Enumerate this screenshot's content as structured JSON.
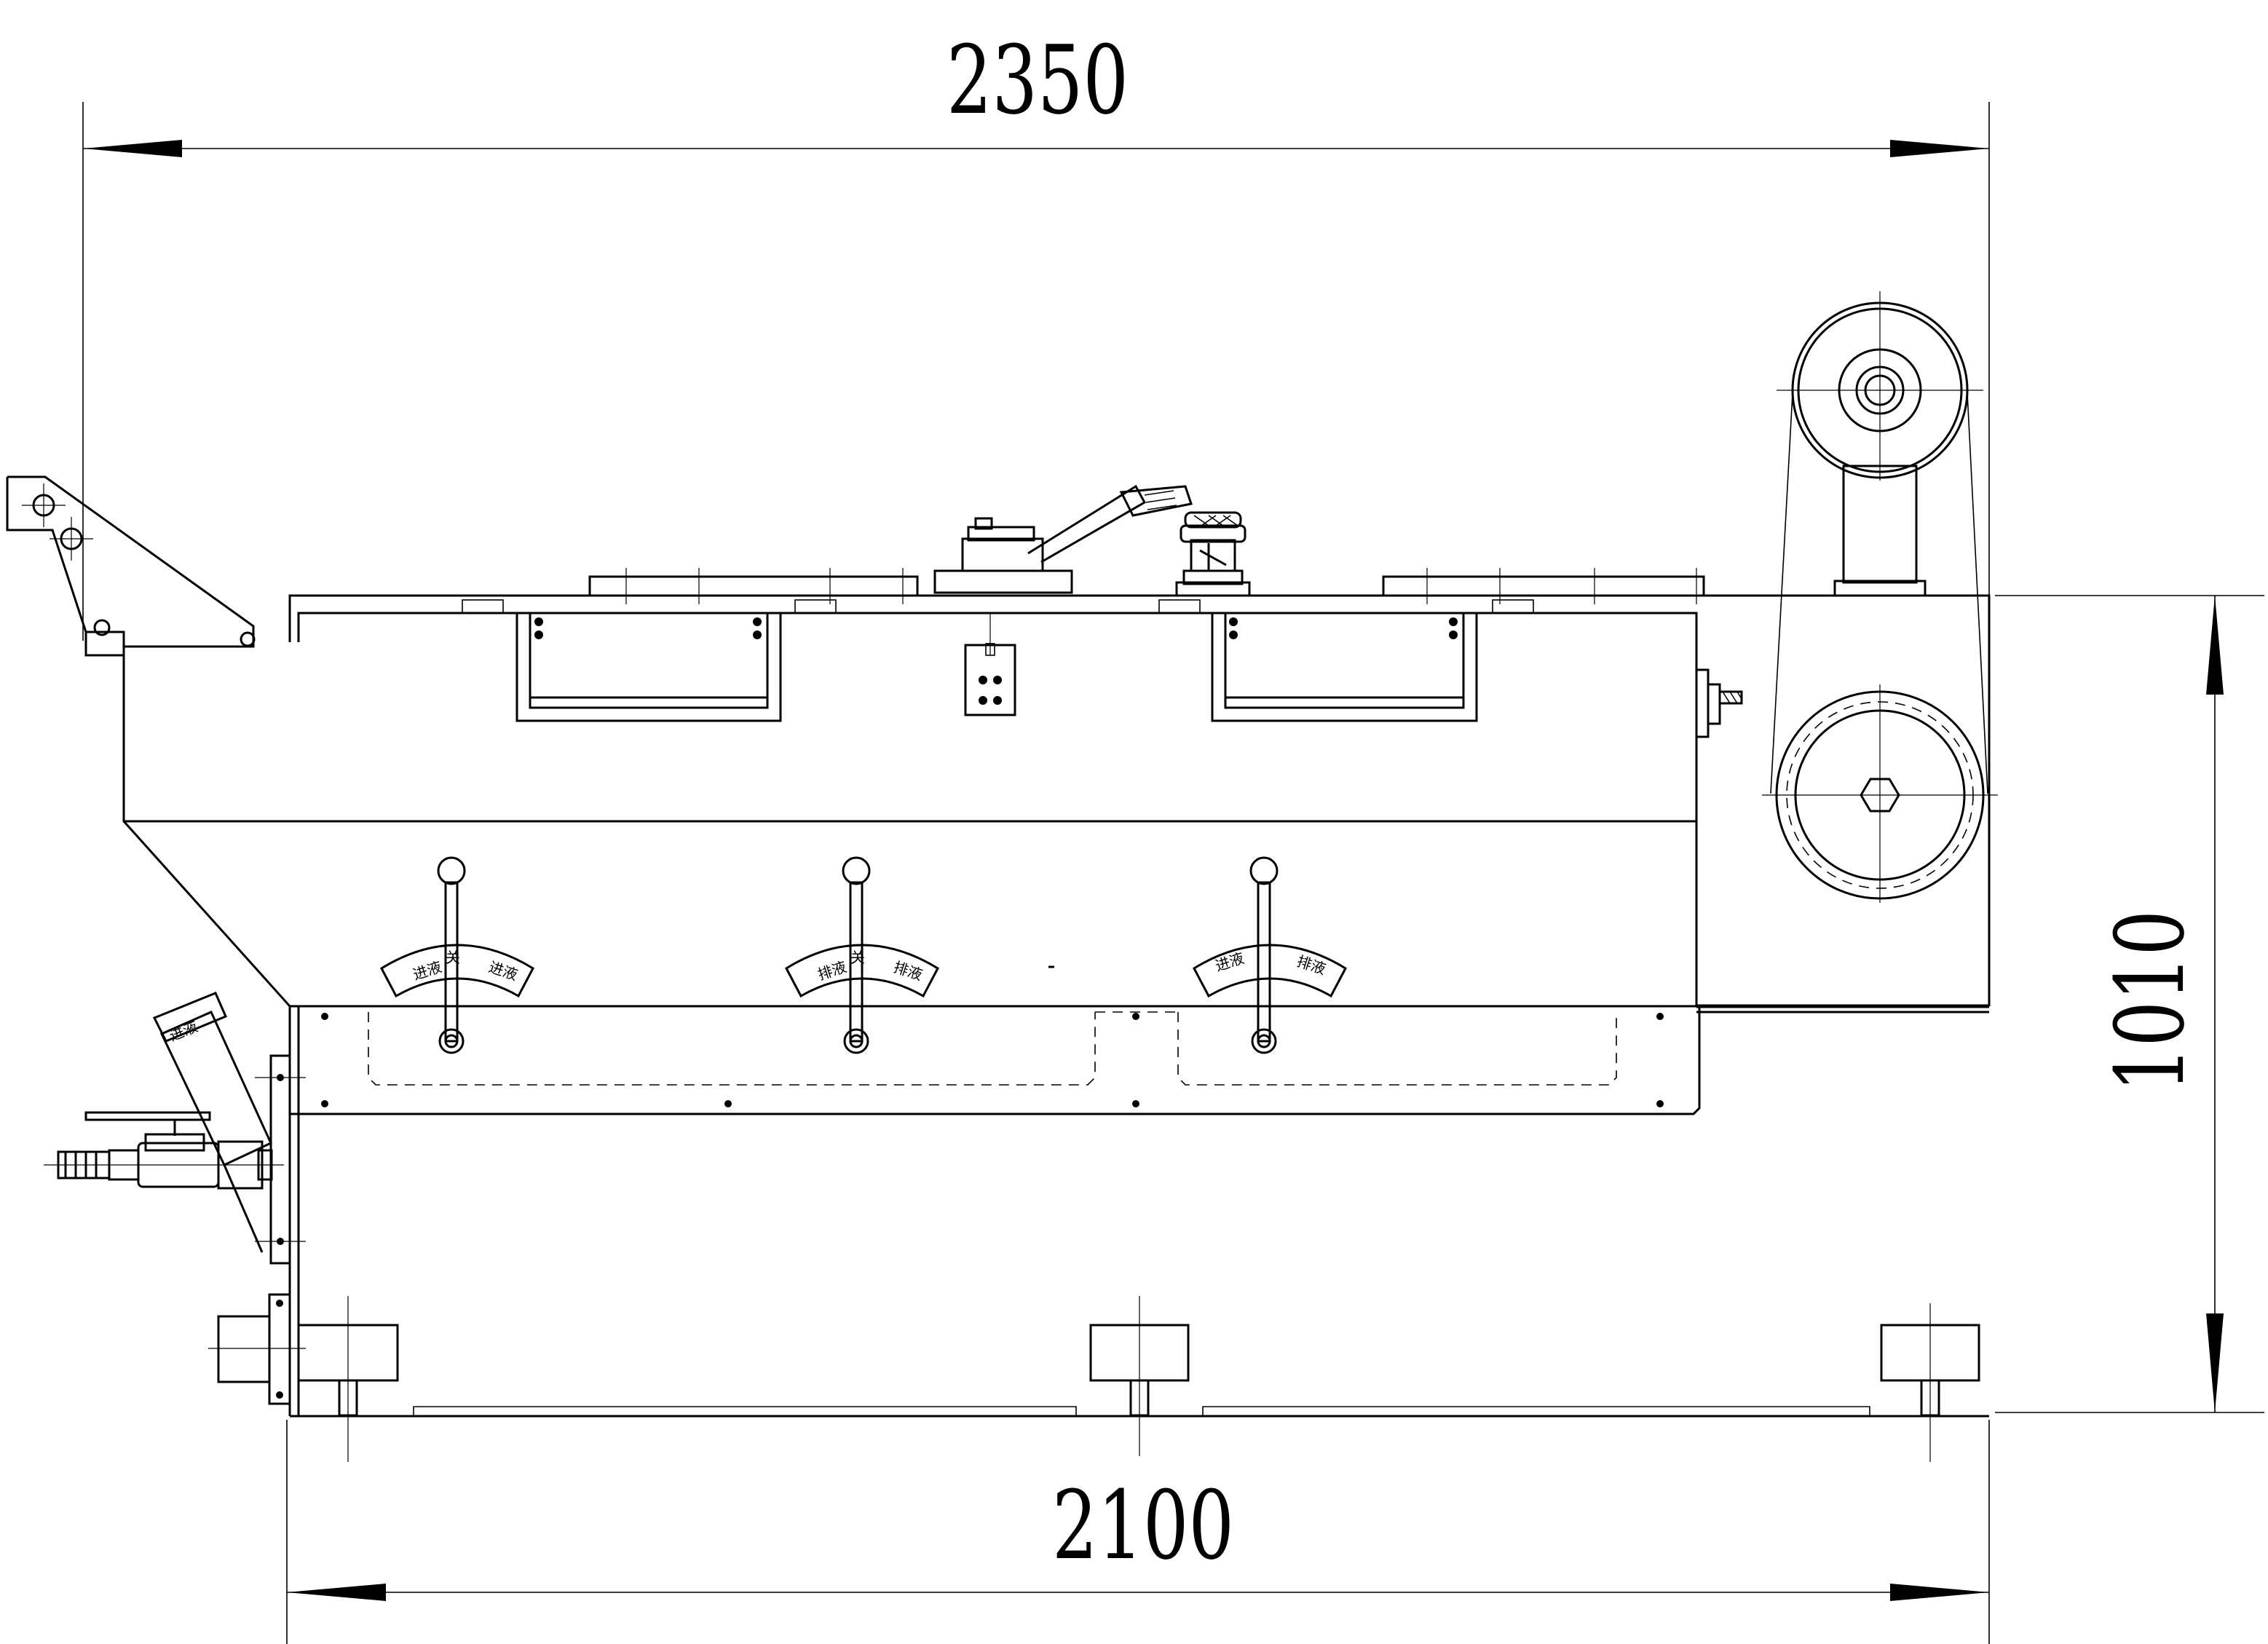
{
  "dimensions": {
    "overall_width": "2350",
    "base_width": "2100",
    "overall_height": "1010"
  },
  "valves": [
    {
      "left": "进液",
      "middle": "关",
      "right": "进液"
    },
    {
      "left": "排液",
      "middle": "关",
      "right": "排液"
    },
    {
      "left": "进液",
      "middle": "",
      "right": "排液"
    }
  ],
  "inlet_pipe_label": "进液"
}
